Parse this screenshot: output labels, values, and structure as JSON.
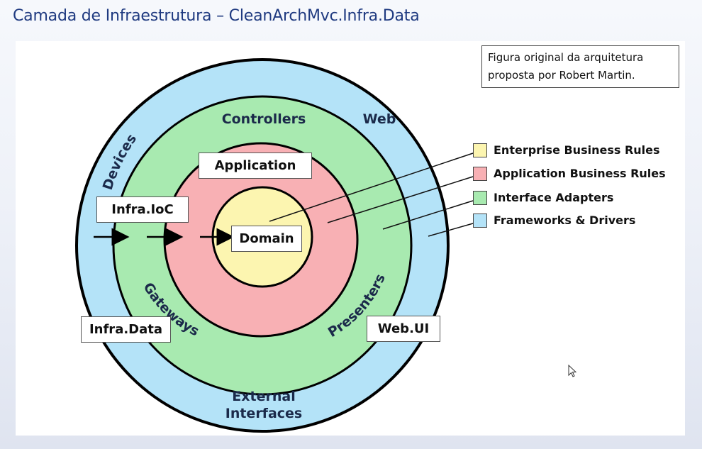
{
  "slide": {
    "title": "Camada de Infraestrutura – CleanArchMvc.Infra.Data"
  },
  "note": {
    "line1": "Figura original da arquitetura",
    "line2": "proposta por Robert Martin."
  },
  "rings": {
    "devices": "Devices",
    "web": "Web",
    "controllers": "Controllers",
    "gateways": "Gateways",
    "presenters": "Presenters",
    "external_line1": "External",
    "external_line2": "Interfaces"
  },
  "boxes": {
    "application": "Application",
    "domain": "Domain",
    "infra_ioc": "Infra.IoC",
    "infra_data": "Infra.Data",
    "web_ui": "Web.UI"
  },
  "legend": [
    {
      "label": "Enterprise Business Rules",
      "color": "#fcf5b0"
    },
    {
      "label": "Application Business Rules",
      "color": "#f8b0b4"
    },
    {
      "label": "Interface Adapters",
      "color": "#a8eab0"
    },
    {
      "label": "Frameworks & Drivers",
      "color": "#b4e3f8"
    }
  ],
  "colors": {
    "title": "#1f3a80",
    "outer_ring": "#b4e3f8",
    "adapters_ring": "#a8eab0",
    "application_ring": "#f8b0b4",
    "domain_core": "#fcf5b0"
  },
  "icons": {
    "cursor": "mouse-pointer-icon"
  }
}
